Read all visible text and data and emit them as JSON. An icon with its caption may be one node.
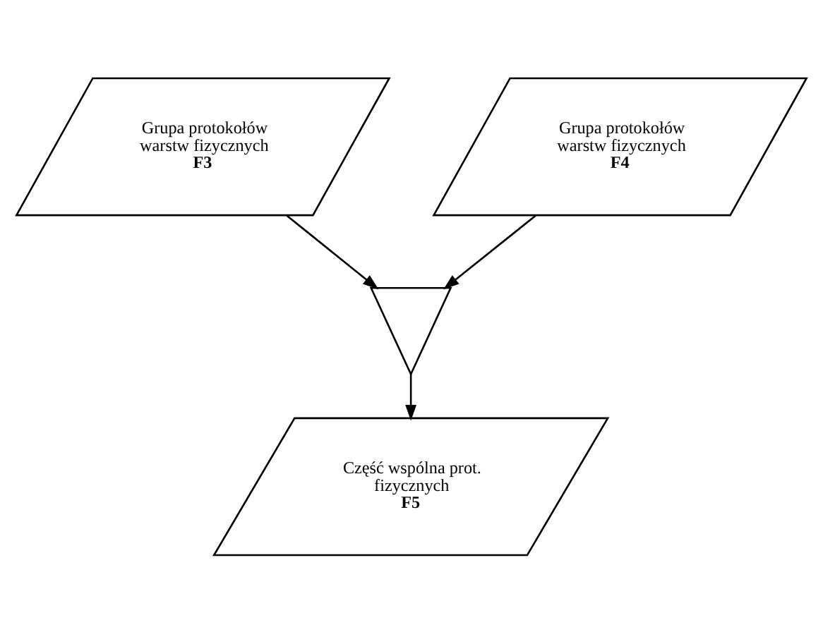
{
  "diagram": {
    "nodes": [
      {
        "text": [
          "Grupa protokołów warstw fizycznych",
          "F3"
        ]
      },
      {
        "text": [
          "Grupa protokołów warstw fizycznych",
          "F4"
        ]
      },
      {
        "text": [],
        "shape": "triangle"
      },
      {
        "text": [
          "Część wspólna prot. fizycznych",
          "F5"
        ]
      }
    ],
    "edges": [
      {
        "from": 0,
        "to": 2,
        "arrow": "to"
      },
      {
        "from": 1,
        "to": 2,
        "arrow": "to"
      },
      {
        "from": 2,
        "to": 3,
        "arrow": "to"
      }
    ]
  }
}
